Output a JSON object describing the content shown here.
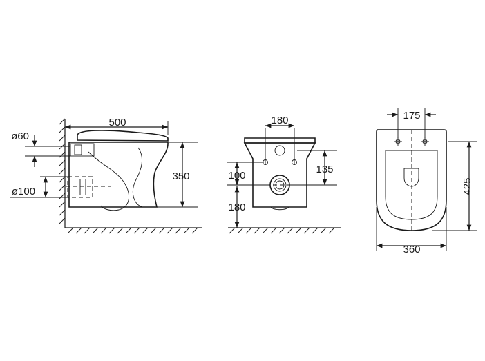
{
  "dimensions": {
    "side_width": "500",
    "side_height": "350",
    "inlet_diameter": "ø60",
    "outlet_diameter": "ø100",
    "front_bolt_spacing": "180",
    "front_outlet_height": "100",
    "front_bolt_height": "135",
    "front_floor_height": "180",
    "top_spacing": "175",
    "top_length": "425",
    "top_width": "360"
  },
  "colors": {
    "line": "#1a1a1a",
    "background": "#ffffff"
  }
}
